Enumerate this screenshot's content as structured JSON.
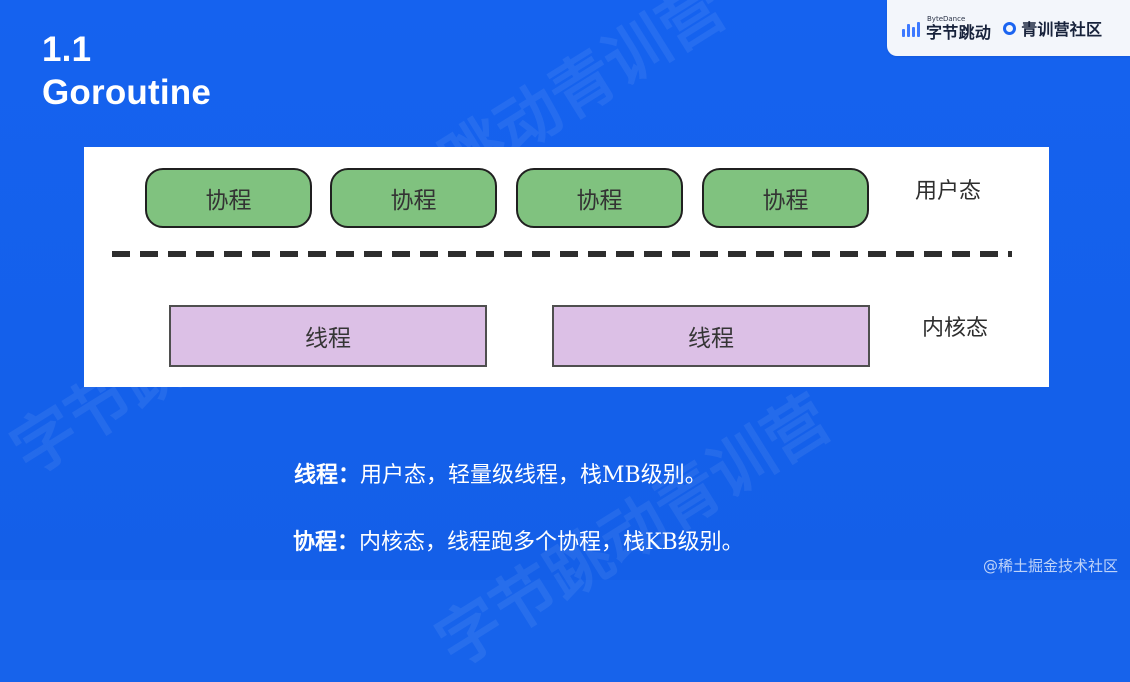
{
  "slide": {
    "title_line_1": "1.1",
    "title_line_2": "Goroutine"
  },
  "header": {
    "bytedance_small": "ByteDance",
    "bytedance_cn": "字节跳动",
    "camp_name": "青训营社区"
  },
  "diagram": {
    "coroutines": [
      "协程",
      "协程",
      "协程",
      "协程"
    ],
    "threads": [
      "线程",
      "线程"
    ],
    "user_mode_label": "用户态",
    "kernel_mode_label": "内核态"
  },
  "notes": {
    "thread_label": "线程：",
    "thread_text": "用户态，轻量级线程，栈MB级别。",
    "coroutine_label": "协程：",
    "coroutine_text": "内核态，线程跑多个协程，栈KB级别。"
  },
  "watermark": {
    "text_1": "字节跳动青训营",
    "text_2": "字节跳动青训营",
    "text_3": "字节跳动青训营"
  },
  "footer": {
    "source_mark": "@稀土掘金技术社区"
  },
  "colors": {
    "background": "#1763eb",
    "panel": "#ffffff",
    "coroutine_fill": "#80c27f",
    "thread_fill": "#dcc0e6",
    "text_dark": "#2e2e2e",
    "accent": "#1b64f1"
  },
  "icons": {
    "brand": "bytedance-bars-icon",
    "camp": "ring-icon"
  }
}
